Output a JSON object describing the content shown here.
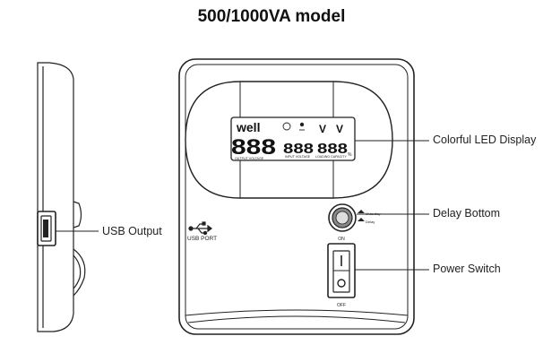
{
  "title": "500/1000VA model",
  "device": {
    "brand": "well",
    "main_digits": "888",
    "mid_digits": "888",
    "right_digits": "888",
    "unit_left": "V",
    "unit_right": "V",
    "label_output_voltage": "OUTPUT VOLTAGE",
    "label_input_voltage": "INPUT VOLTAGE",
    "label_loading_capacity": "LOADING CAPACITY",
    "label_percent": "%",
    "usb_port_label": "USB PORT",
    "button_label_1": "Mute/day",
    "button_label_2": "Delay",
    "switch_on_label": "ON",
    "switch_off_label": "OFF"
  },
  "callouts": {
    "led_display": "Colorful LED Display",
    "delay_bottom": "Delay Bottom",
    "power_switch": "Power Switch",
    "usb_output": "USB Output"
  }
}
